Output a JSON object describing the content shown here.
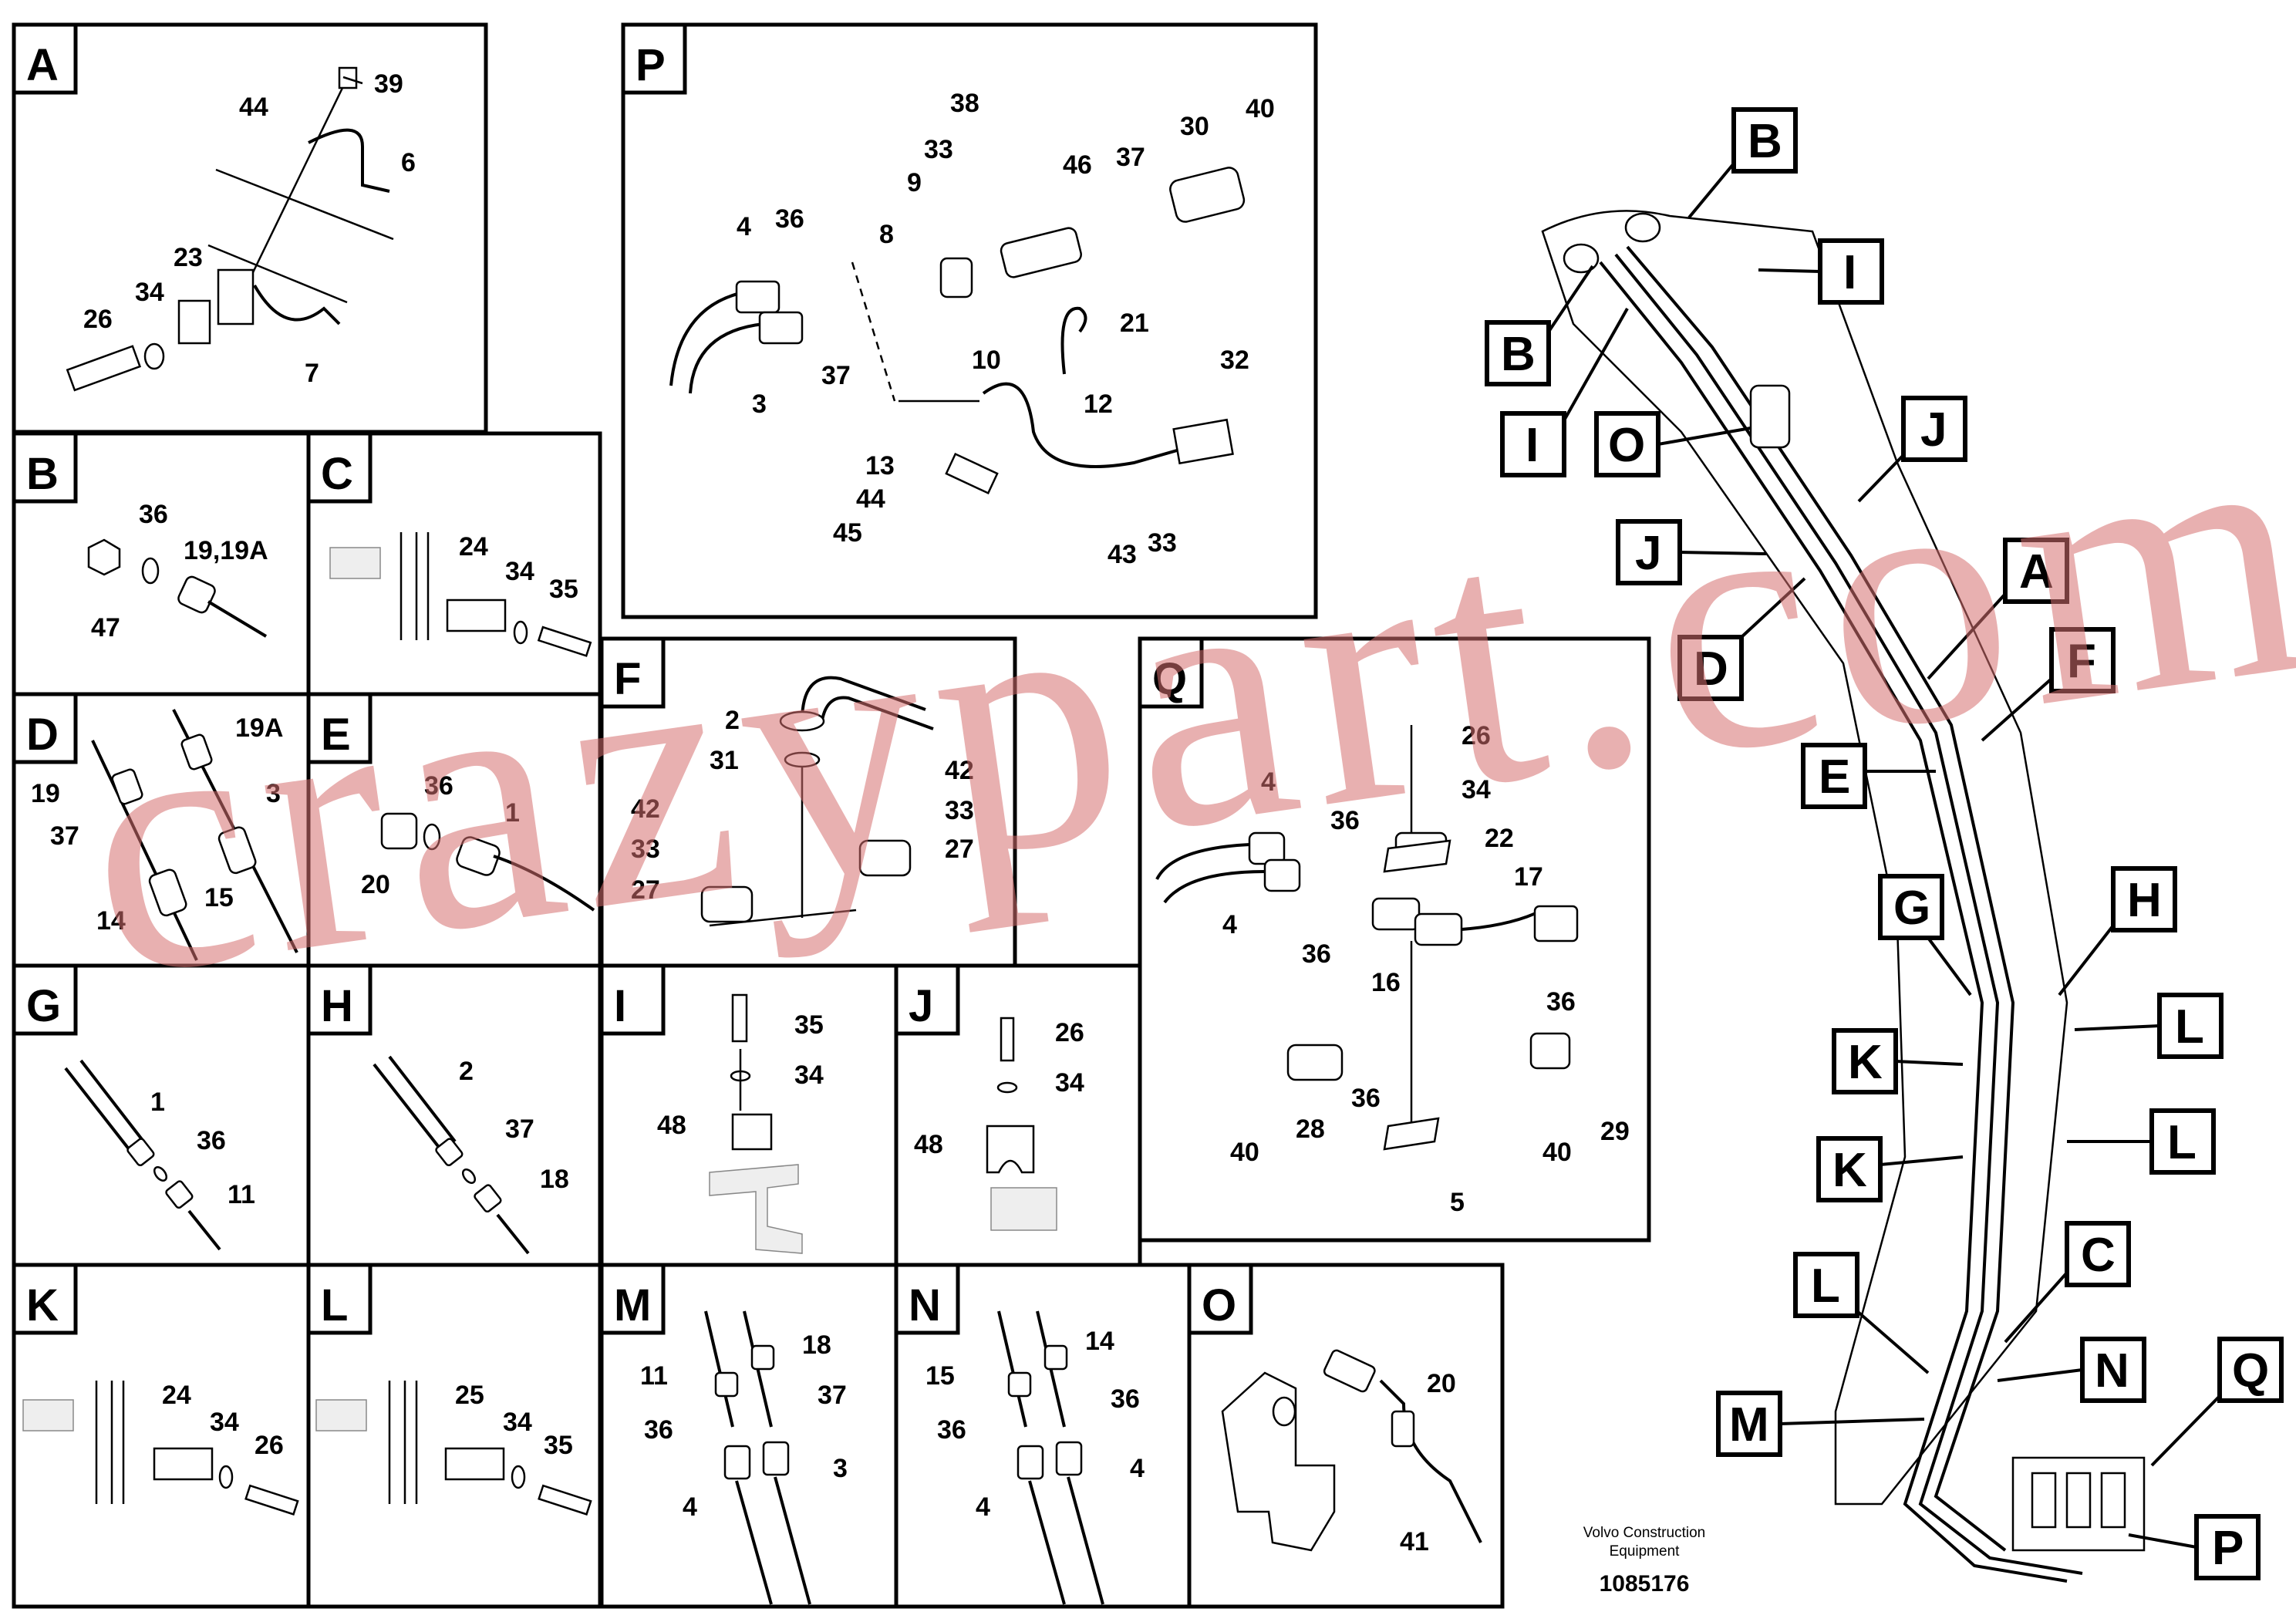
{
  "panels": [
    {
      "id": "A",
      "labels": [
        "39",
        "44",
        "6",
        "23",
        "34",
        "26",
        "7"
      ]
    },
    {
      "id": "P",
      "labels": [
        "38",
        "33",
        "9",
        "30",
        "40",
        "46",
        "37",
        "4",
        "36",
        "8",
        "21",
        "10",
        "37",
        "3",
        "32",
        "12",
        "13",
        "44",
        "45",
        "43",
        "33"
      ]
    },
    {
      "id": "B",
      "labels": [
        "36",
        "19,19A",
        "47"
      ]
    },
    {
      "id": "C",
      "labels": [
        "24",
        "34",
        "35"
      ]
    },
    {
      "id": "D",
      "labels": [
        "19A",
        "19",
        "3",
        "37",
        "15",
        "14"
      ]
    },
    {
      "id": "E",
      "labels": [
        "36",
        "1",
        "20"
      ]
    },
    {
      "id": "F",
      "labels": [
        "2",
        "31",
        "42",
        "42",
        "33",
        "33",
        "27",
        "27"
      ]
    },
    {
      "id": "Q",
      "labels": [
        "26",
        "34",
        "22",
        "4",
        "36",
        "17",
        "4",
        "36",
        "16",
        "36",
        "40",
        "28",
        "36",
        "40",
        "29",
        "5"
      ]
    },
    {
      "id": "G",
      "labels": [
        "1",
        "36",
        "11"
      ]
    },
    {
      "id": "H",
      "labels": [
        "2",
        "37",
        "18"
      ]
    },
    {
      "id": "I",
      "labels": [
        "35",
        "34",
        "48"
      ]
    },
    {
      "id": "J",
      "labels": [
        "26",
        "34",
        "48"
      ]
    },
    {
      "id": "K",
      "labels": [
        "24",
        "34",
        "26"
      ]
    },
    {
      "id": "L",
      "labels": [
        "25",
        "34",
        "35"
      ]
    },
    {
      "id": "M",
      "labels": [
        "18",
        "11",
        "37",
        "36",
        "3",
        "4"
      ]
    },
    {
      "id": "N",
      "labels": [
        "14",
        "15",
        "36",
        "36",
        "4",
        "4"
      ]
    },
    {
      "id": "O",
      "labels": [
        "20",
        "41"
      ]
    }
  ],
  "overview_tags": [
    "B",
    "I",
    "B",
    "I",
    "O",
    "J",
    "J",
    "A",
    "D",
    "F",
    "E",
    "G",
    "H",
    "K",
    "L",
    "K",
    "L",
    "C",
    "L",
    "N",
    "M",
    "Q",
    "P"
  ],
  "footer": {
    "company_line1": "Volvo Construction",
    "company_line2": "Equipment",
    "doc_number": "1085176"
  },
  "watermark": "crazypart.com"
}
